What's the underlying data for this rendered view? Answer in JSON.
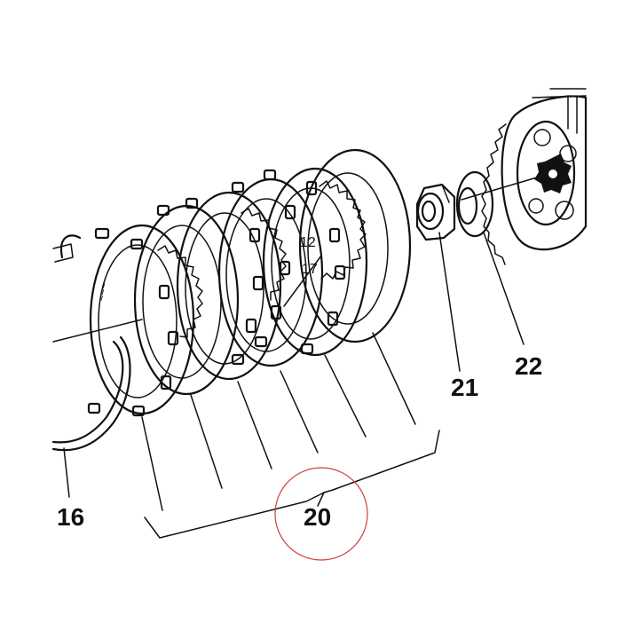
{
  "diagram": {
    "labels": {
      "part16": "16",
      "part20": "20",
      "part21": "21",
      "part22": "22"
    },
    "highlight_color": "#d04040",
    "ink_color": "#111111"
  }
}
